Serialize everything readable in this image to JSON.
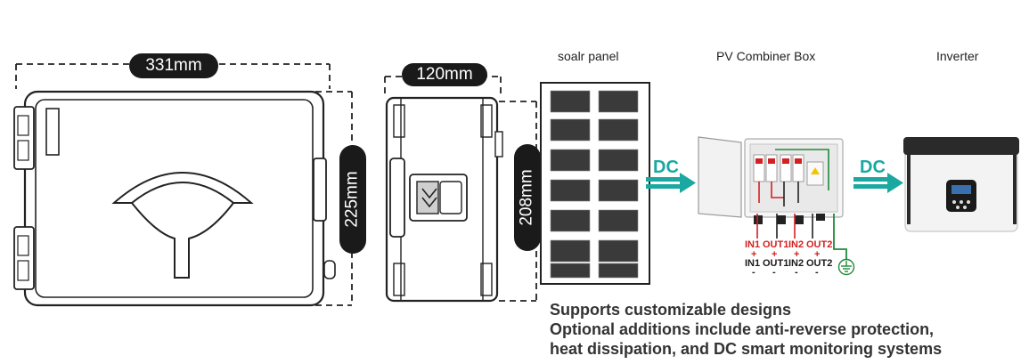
{
  "dimensions": {
    "front_width": "331mm",
    "front_height": "225mm",
    "side_width": "120mm",
    "side_height": "208mm"
  },
  "diagram": {
    "panel_label": "soalr panel",
    "combiner_label": "PV Combiner Box",
    "inverter_label": "Inverter",
    "dc_label_1": "DC",
    "dc_label_2": "DC",
    "terminals_top": [
      "IN1",
      "OUT1",
      "IN2",
      "OUT2"
    ],
    "terminals_bottom": [
      "IN1",
      "OUT1",
      "IN2",
      "OUT2"
    ],
    "plus_sign": "+",
    "minus_sign": "-"
  },
  "notes": {
    "line1": "Supports customizable designs",
    "line2": "Optional additions include anti-reverse protection,",
    "line3": "heat dissipation, and DC smart monitoring systems"
  },
  "colors": {
    "accent": "#1aa8a0",
    "red": "#d42020",
    "green": "#1f8a3a",
    "dark": "#1a1a1a"
  }
}
